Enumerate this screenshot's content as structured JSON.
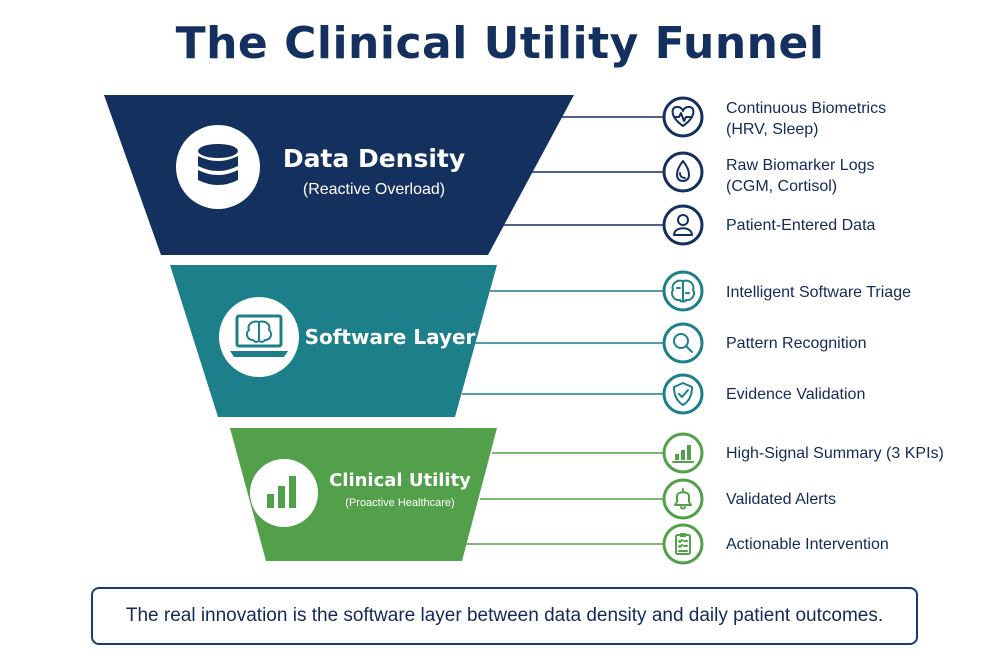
{
  "title": "The Clinical Utility Funnel",
  "colors": {
    "navy": "#14305e",
    "teal": "#1d7f8a",
    "green": "#52a04a",
    "text": "#14285a"
  },
  "tiers": [
    {
      "title": "Data Density",
      "subtitle": "(Reactive Overload)",
      "icon": "database-icon",
      "items": [
        {
          "lines": [
            "Continuous Biometrics",
            "(HRV, Sleep)"
          ],
          "icon": "heart-pulse-icon"
        },
        {
          "lines": [
            "Raw Biomarker Logs",
            "(CGM, Cortisol)"
          ],
          "icon": "drop-icon"
        },
        {
          "lines": [
            "Patient-Entered Data"
          ],
          "icon": "user-icon"
        }
      ]
    },
    {
      "title": "Software Layer",
      "subtitle": "",
      "icon": "laptop-brain-icon",
      "items": [
        {
          "lines": [
            "Intelligent Software Triage"
          ],
          "icon": "brain-circuit-icon"
        },
        {
          "lines": [
            "Pattern Recognition"
          ],
          "icon": "magnifier-icon"
        },
        {
          "lines": [
            "Evidence Validation"
          ],
          "icon": "shield-check-icon"
        }
      ]
    },
    {
      "title": "Clinical Utility",
      "subtitle": "(Proactive Healthcare)",
      "icon": "bar-chart-icon",
      "items": [
        {
          "lines": [
            "High-Signal Summary (3 KPIs)"
          ],
          "icon": "bar-chart-small-icon"
        },
        {
          "lines": [
            "Validated Alerts"
          ],
          "icon": "bell-icon"
        },
        {
          "lines": [
            "Actionable Intervention"
          ],
          "icon": "clipboard-check-icon"
        }
      ]
    }
  ],
  "footer": "The real innovation is the software layer between data density and daily patient outcomes."
}
